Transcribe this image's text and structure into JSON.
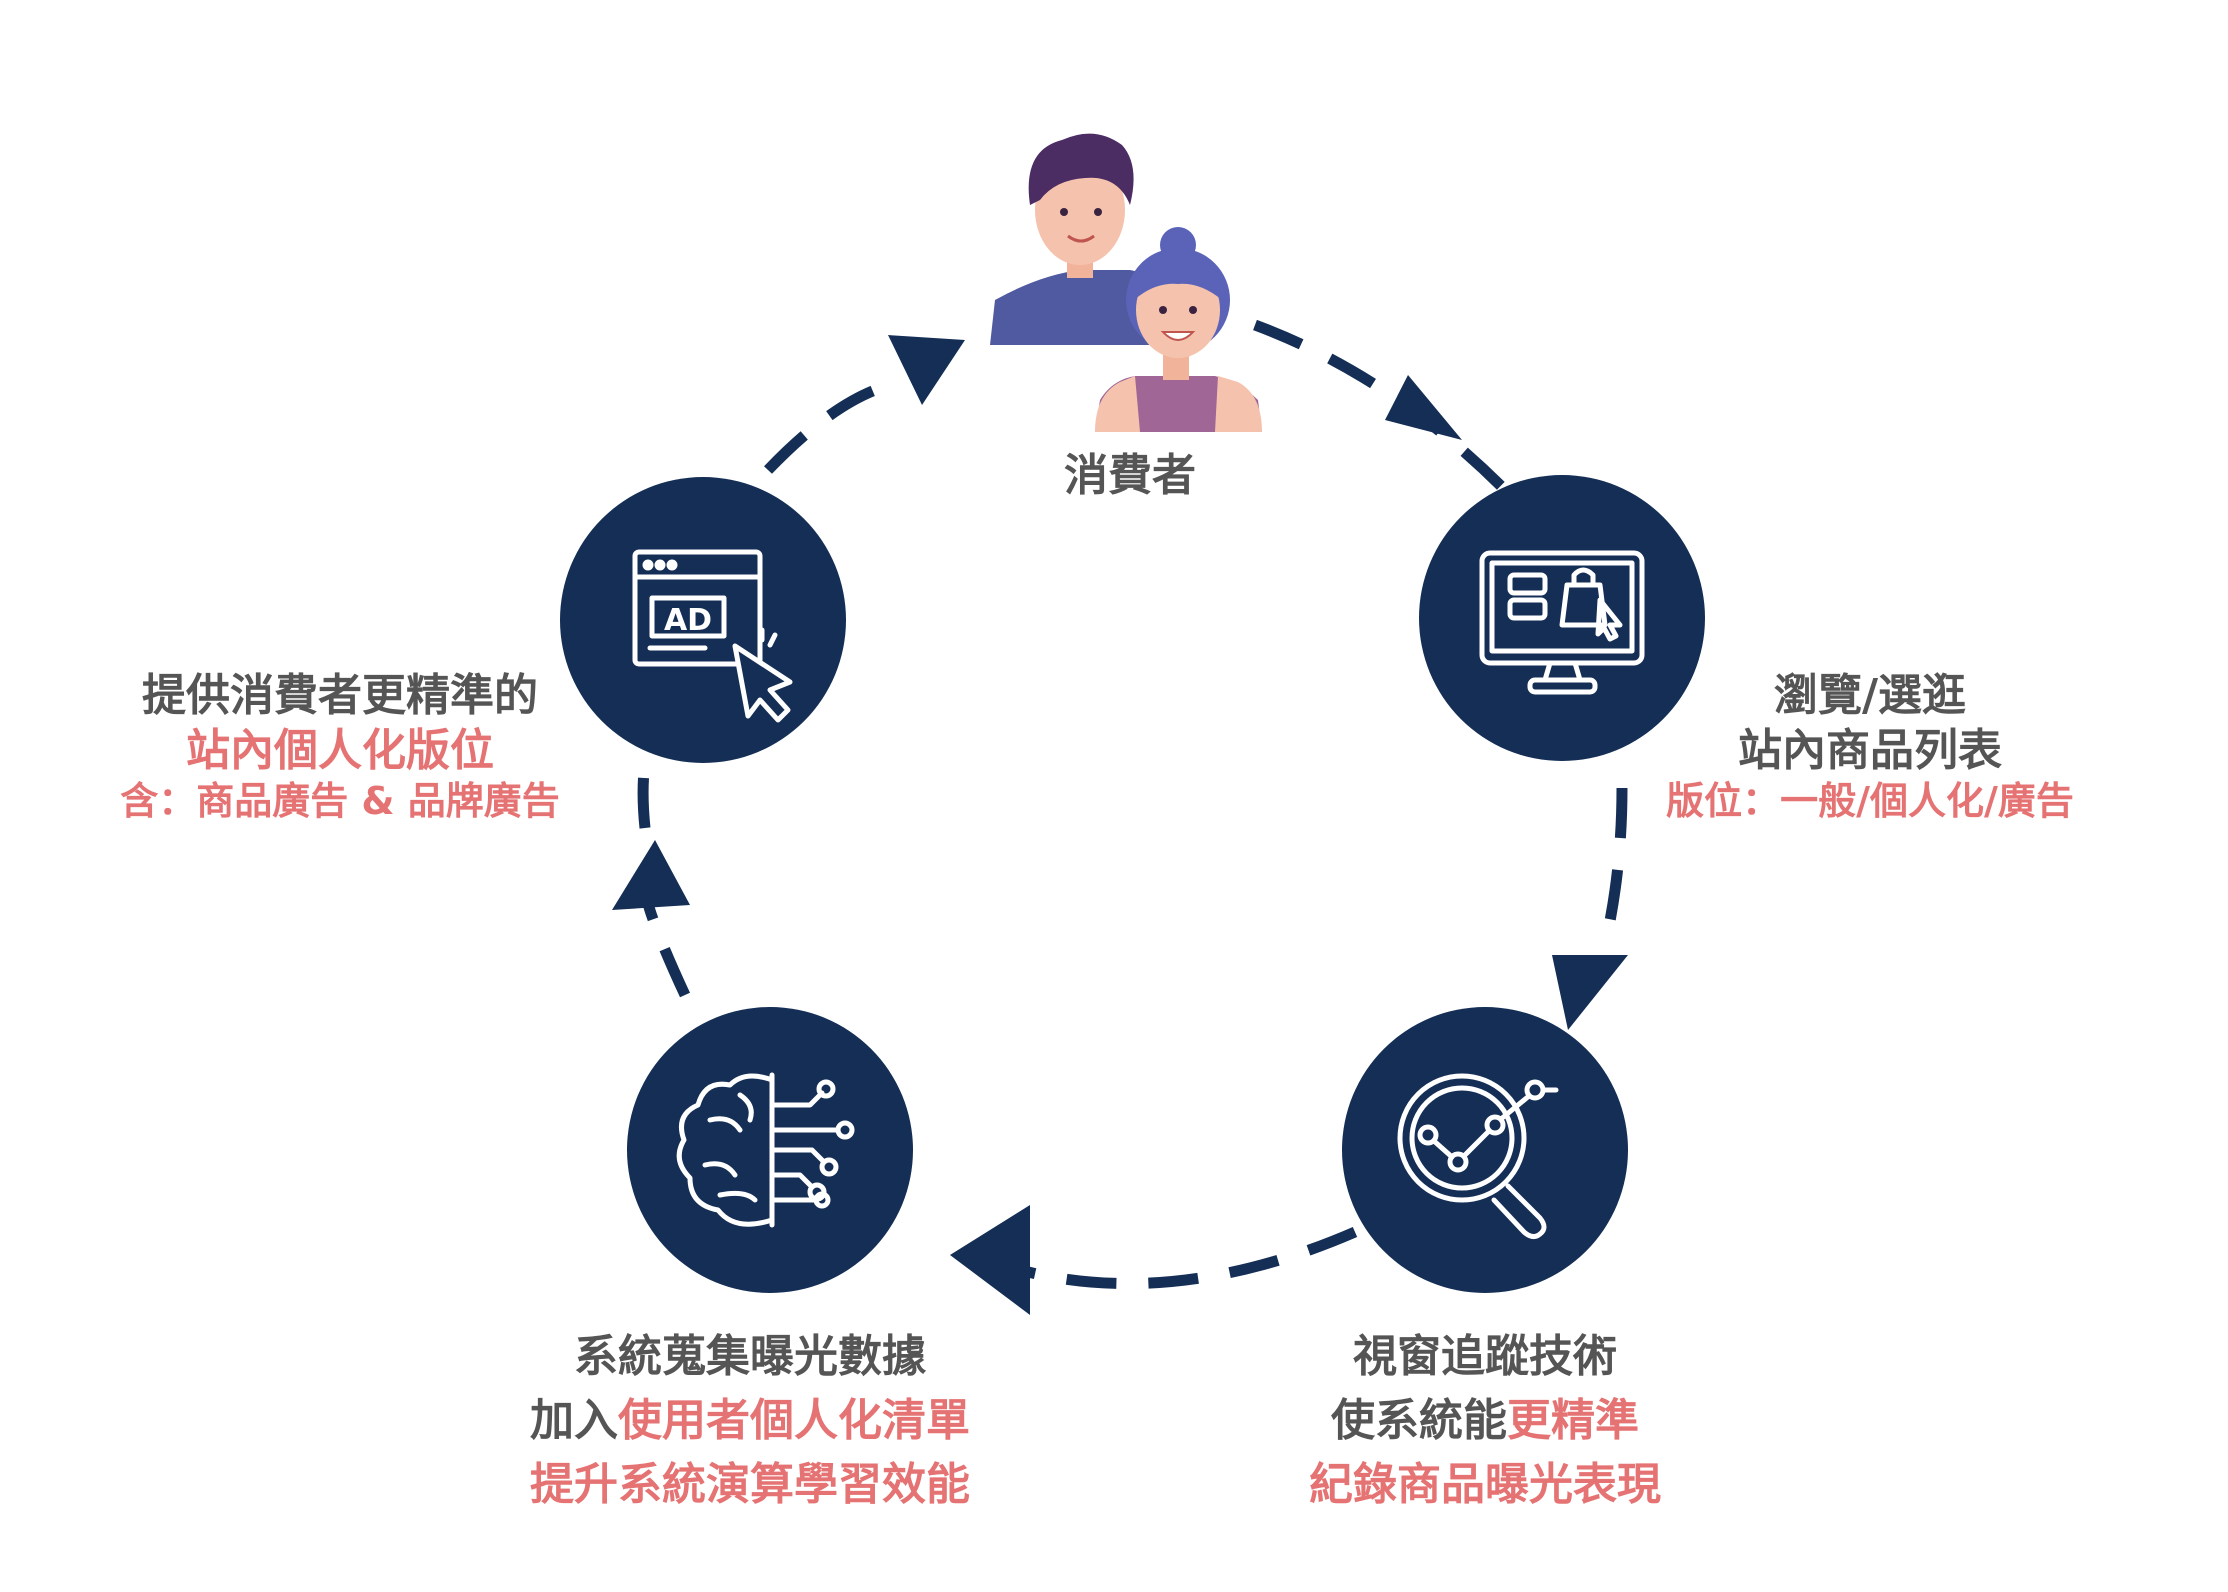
{
  "colors": {
    "navy": "#142e55",
    "highlight": "#e57373",
    "text": "#555555",
    "man_shirt": "#4f5aa0",
    "man_hair": "#4b2c63",
    "woman_top": "#a06696",
    "woman_hair": "#5a63b8",
    "skin": "#f5c3ad"
  },
  "icons": {
    "consumers": "people-illustration-icon",
    "browse": "monitor-shopping-icon",
    "track": "magnifier-chart-icon",
    "learn": "brain-circuit-icon",
    "ad": "ad-cursor-icon"
  },
  "consumer": {
    "label": "消費者"
  },
  "browse": {
    "line1": "瀏覽/選逛",
    "line2": "站內商品列表",
    "line3": "版位：一般/個人化/廣告"
  },
  "track": {
    "line1": "視窗追蹤技術",
    "line2_prefix": "使系統能",
    "line2_highlight": "更精準",
    "line3": "紀錄商品曝光表現"
  },
  "learn": {
    "line1": "系統蒐集曝光數據",
    "line2_prefix": "加入",
    "line2_highlight": "使用者個人化清單",
    "line3": "提升系統演算學習效能"
  },
  "ad": {
    "line1": "提供消費者更精準的",
    "line2": "站內個人化版位",
    "line3": "含：商品廣告 & 品牌廣告",
    "icon_text": "AD"
  }
}
